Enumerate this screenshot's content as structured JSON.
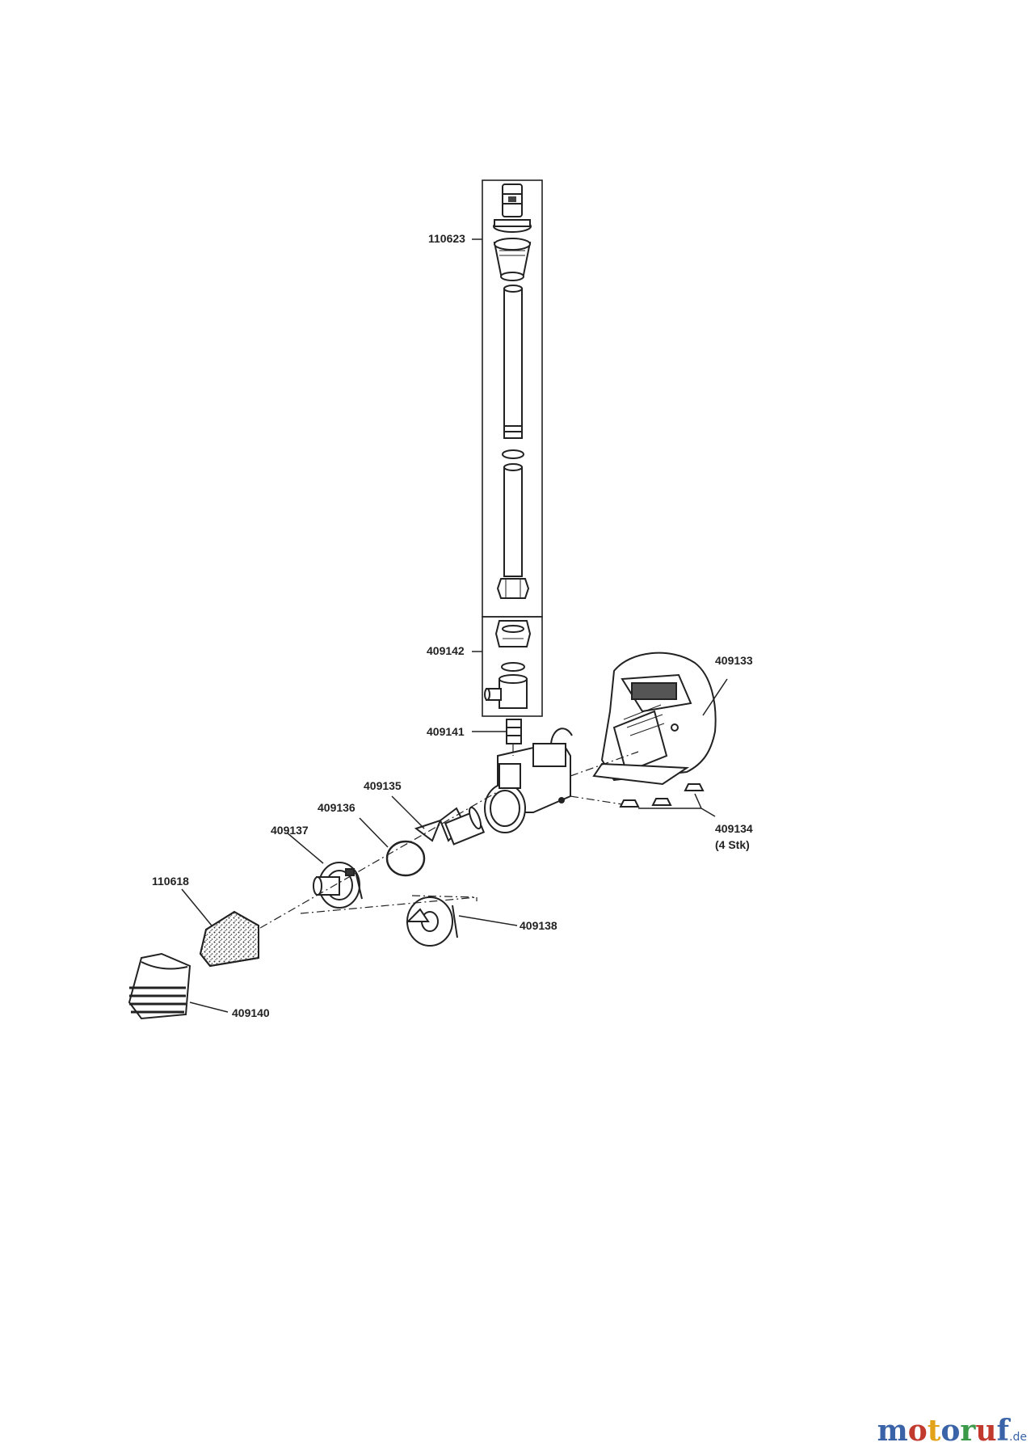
{
  "parts": [
    {
      "id": "110623",
      "text": "110623"
    },
    {
      "id": "409142",
      "text": "409142"
    },
    {
      "id": "409141",
      "text": "409141"
    },
    {
      "id": "409133",
      "text": "409133"
    },
    {
      "id": "409135",
      "text": "409135"
    },
    {
      "id": "409136",
      "text": "409136"
    },
    {
      "id": "409137",
      "text": "409137"
    },
    {
      "id": "409134",
      "text": "409134",
      "note": "(4 Stk)"
    },
    {
      "id": "110618",
      "text": "110618"
    },
    {
      "id": "409138",
      "text": "409138"
    },
    {
      "id": "409140",
      "text": "409140"
    }
  ],
  "watermark": {
    "letters": [
      "m",
      "o",
      "t",
      "o",
      "r",
      "u",
      "f"
    ],
    "letter_colors": [
      "#3b63a8",
      "#c23a2e",
      "#e2a21a",
      "#3b63a8",
      "#3a9a4a",
      "#c23a2e",
      "#3b63a8"
    ],
    "suffix": ".de",
    "suffix_color": "#3b63a8"
  },
  "colors": {
    "ink": "#222222",
    "paper": "#ffffff"
  }
}
